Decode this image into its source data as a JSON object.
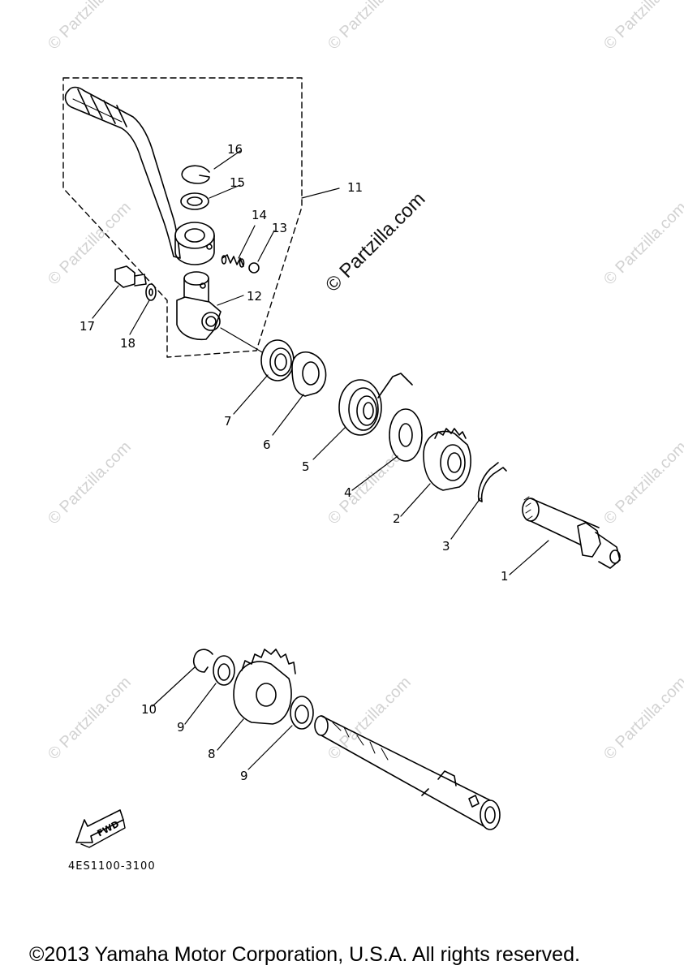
{
  "watermark": {
    "small": "© Partzilla.com",
    "main": "© Partzilla.com"
  },
  "callouts": {
    "c1": "1",
    "c2": "2",
    "c3": "3",
    "c4": "4",
    "c5": "5",
    "c6": "6",
    "c7": "7",
    "c8": "8",
    "c9a": "9",
    "c9b": "9",
    "c10": "10",
    "c11": "11",
    "c12": "12",
    "c13": "13",
    "c14": "14",
    "c15": "15",
    "c16": "16",
    "c17": "17",
    "c18": "18"
  },
  "fwd_label": "FWD",
  "part_code": "4ES1100-3100",
  "copyright": "©2013 Yamaha Motor Corporation, U.S.A. All rights reserved."
}
